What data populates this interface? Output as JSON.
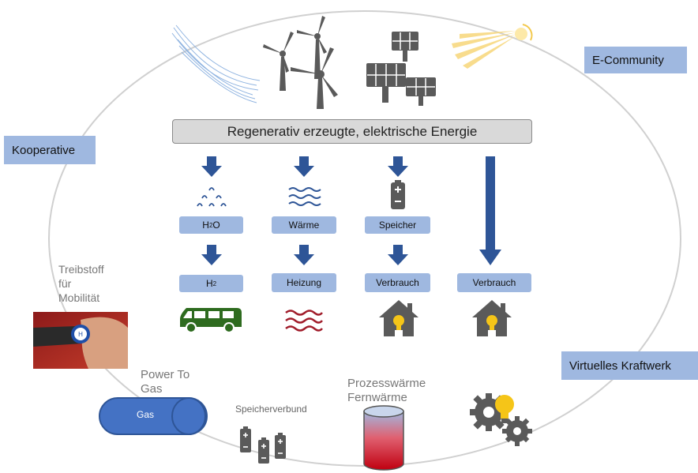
{
  "banner": "Regenerativ erzeugte, elektrische Energie",
  "tags": {
    "e_community": "E-Community",
    "kooperative": "Kooperative",
    "virtuelles_kraftwerk": "Virtuelles Kraftwerk"
  },
  "columns": {
    "col1": {
      "top": "H",
      "top_sub": "2",
      "top_tail": "O",
      "bottom": "H",
      "bottom_sub": "2"
    },
    "col2": {
      "top": "Wärme",
      "bottom": "Heizung"
    },
    "col3": {
      "top": "Speicher",
      "bottom": "Verbrauch"
    },
    "col4": {
      "bottom": "Verbrauch"
    }
  },
  "labels": {
    "treibstoff": [
      "Treibstoff",
      "für",
      "Mobilität"
    ],
    "power_to_gas": [
      "Power To",
      "Gas"
    ],
    "gas": "Gas",
    "speicherverbund": "Speicherverbund",
    "prozess": [
      "Prozesswärme",
      "Fernwärme"
    ]
  },
  "colors": {
    "arrow": "#2e5597",
    "box": "#9fb8e0",
    "van": "#2e6b1f",
    "heat": "#a01c2a",
    "icon_grey": "#5a5a5a",
    "bulb": "#f5c518"
  },
  "icons": [
    "wind-lines-icon",
    "wind-turbine-icon",
    "solar-panel-icon",
    "sun-rays-icon",
    "water-drops-icon",
    "water-waves-icon",
    "battery-icon",
    "van-icon",
    "heat-waves-icon",
    "house-bulb-icon",
    "hydrogen-fuel-photo",
    "gas-tank-icon",
    "battery-group-icon",
    "heat-cylinder-icon",
    "gears-bulb-icon"
  ]
}
